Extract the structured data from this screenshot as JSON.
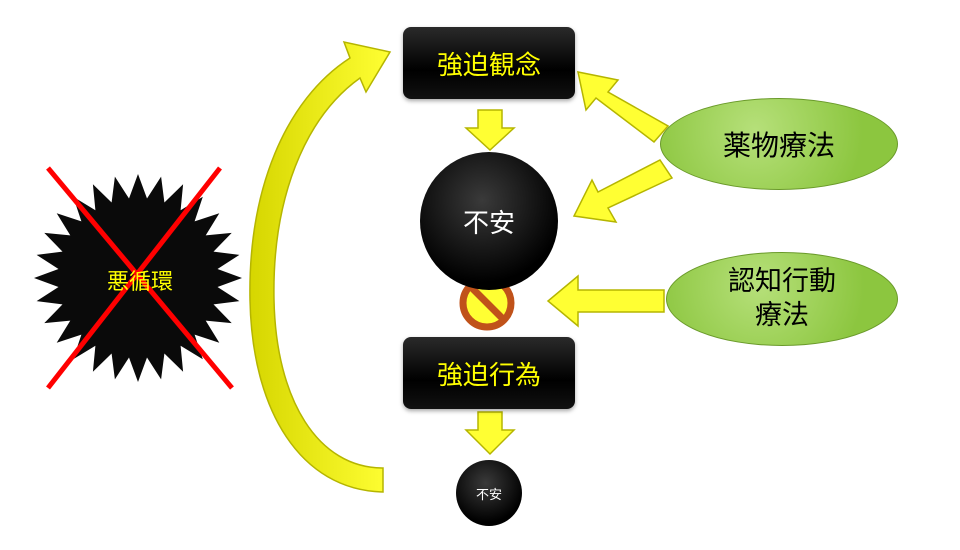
{
  "boxes": {
    "obsession": "強迫観念",
    "compulsion": "強迫行為"
  },
  "circles": {
    "anxiety_large": "不安",
    "anxiety_small": "不安"
  },
  "treatments": {
    "medication": "薬物療法",
    "cbt_line1": "認知行動",
    "cbt_line2": "療法"
  },
  "vicious_cycle": {
    "label": "悪循環",
    "crossed_out": true
  },
  "colors": {
    "box_text": "#ffff00",
    "arrow_fill": "#ffff33",
    "arrow_stroke": "#b5b500",
    "ellipse_fill": "#8cc63f",
    "cross": "#ff0000",
    "prohibition": "#c0521a"
  },
  "icons": {
    "prohibition": "no-entry-icon"
  }
}
